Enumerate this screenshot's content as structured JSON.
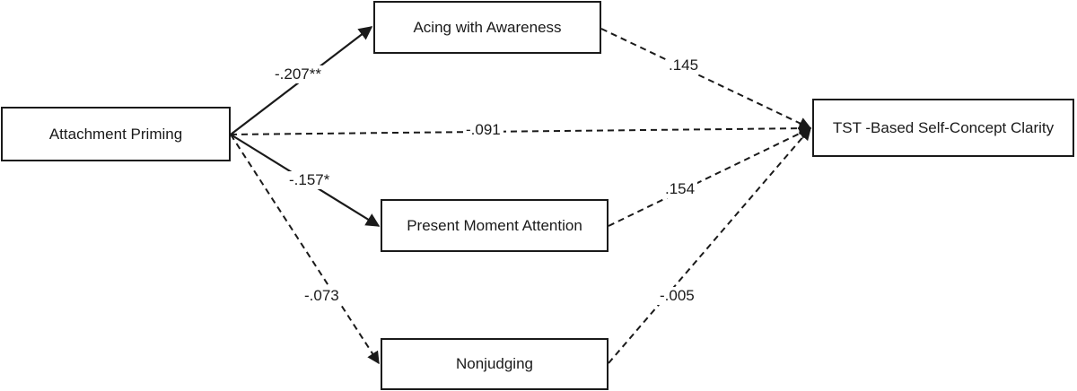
{
  "nodes": {
    "attachment": "Attachment Priming",
    "acting": "Acing with Awareness",
    "present": "Present Moment Attention",
    "nonjudging": "Nonjudging",
    "outcome": "TST -Based Self-Concept Clarity"
  },
  "paths": {
    "attach_to_acting": "-.207**",
    "attach_to_present": "-.157*",
    "attach_to_nonjudging": "-.073",
    "attach_to_outcome": "-.091",
    "acting_to_outcome": ".145",
    "present_to_outcome": ".154",
    "nonjudging_to_outcome": "-.005"
  }
}
